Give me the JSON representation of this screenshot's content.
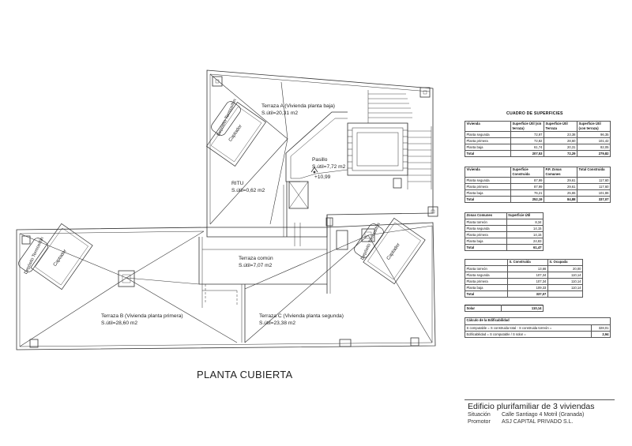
{
  "plan": {
    "title": "PLANTA CUBIERTA",
    "rooms": [
      {
        "name": "Terraza A (Vivienda planta baja)",
        "area": "S.útil=20,31 m2"
      },
      {
        "name": "Pasillo",
        "area": "S.útil=7,72 m2",
        "level": "+10,99"
      },
      {
        "name": "RITU",
        "area": "S.útil=0,62 m2"
      },
      {
        "name": "Terraza común",
        "area": "S.útil=7,07 m2"
      },
      {
        "name": "Terraza B (Vivienda planta primera)",
        "area": "S.útil=28,60 m2"
      },
      {
        "name": "Terraza C (Vivienda planta segunda)",
        "area": "S.útil=23,38 m2"
      }
    ],
    "equipment": {
      "deposito": "Depósito Termosifón",
      "captador": "Captador"
    }
  },
  "cuadro": {
    "title": "CUADRO DE SUPERFICIES",
    "t1": {
      "headers": [
        "Vivienda",
        "Superficie Útil (sin terraza)",
        "Superficie Útil Terraza",
        "Superficie Útil (con terraza)"
      ],
      "rows": [
        [
          "Planta segunda",
          "72,97",
          "23,38",
          "96,35"
        ],
        [
          "Planta primera",
          "72,82",
          "28,60",
          "101,42"
        ],
        [
          "Planta baja",
          "61,74",
          "20,31",
          "82,05"
        ]
      ],
      "total": [
        "Total",
        "207,53",
        "72,29",
        "279,82"
      ]
    },
    "t2": {
      "headers": [
        "Vivienda",
        "Superficie Construida",
        "P.P. Zonas Comunes",
        "Total Construida"
      ],
      "rows": [
        [
          "Planta segunda",
          "87,99",
          "29,61",
          "117,60"
        ],
        [
          "Planta primera",
          "87,99",
          "29,61",
          "117,60"
        ],
        [
          "Planta baja",
          "76,21",
          "25,65",
          "101,86"
        ]
      ],
      "total": [
        "Total",
        "252,19",
        "84,88",
        "337,07"
      ]
    },
    "t3": {
      "headers": [
        "Zonas Comunes",
        "Superficie Útil"
      ],
      "rows": [
        [
          "Planta torreón",
          "8,34"
        ],
        [
          "Planta segunda",
          "14,15"
        ],
        [
          "Planta primera",
          "14,15"
        ],
        [
          "Planta baja",
          "24,83"
        ]
      ],
      "total": [
        "Total",
        "61,47"
      ]
    },
    "t4": {
      "headers": [
        "",
        "S. Construida",
        "S. Ocupada"
      ],
      "rows": [
        [
          "Planta torreón",
          "13,66",
          "20,00"
        ],
        [
          "Planta segunda",
          "107,34",
          "110,14"
        ],
        [
          "Planta primera",
          "107,34",
          "110,14"
        ],
        [
          "Planta baja",
          "109,33",
          "110,14"
        ]
      ],
      "total": [
        "Total",
        "337,07",
        ""
      ]
    },
    "solar": [
      "Solar",
      "110,14"
    ],
    "edificabilidad": {
      "title": "Cálculo de la Edificabilidad",
      "rows": [
        [
          "S computable = S construida total - S construida torreón =",
          "328,01"
        ],
        [
          "Edificabilidad = S computable / S solar =",
          "2,94"
        ]
      ]
    }
  },
  "titleblock": {
    "title": "Edificio plurifamiliar de 3 viviendas",
    "situacion_label": "Situación",
    "situacion": "Calle Santiago 4 Motril (Granada)",
    "promotor_label": "Promotor",
    "promotor": "ASJ CAPITAL PRIVADO S.L."
  }
}
